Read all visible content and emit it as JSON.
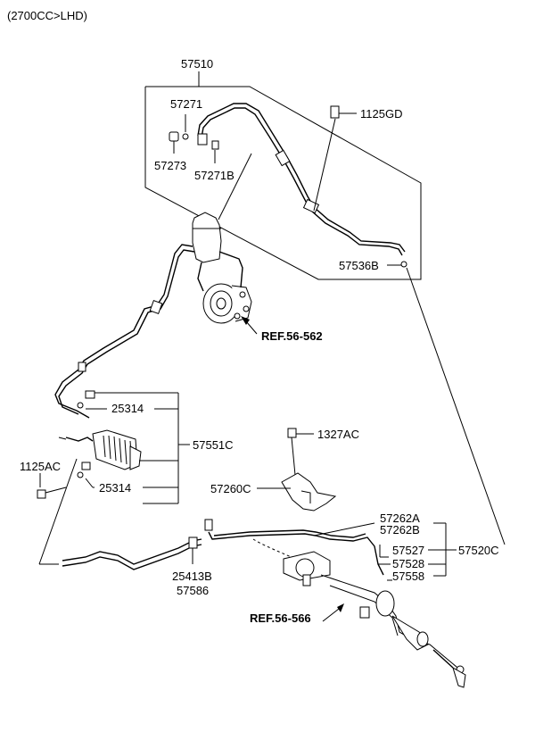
{
  "header": {
    "variant": "(2700CC>LHD)"
  },
  "labels": {
    "p57510": "57510",
    "p57271": "57271",
    "p57273": "57273",
    "p57271B": "57271B",
    "p1125GD": "1125GD",
    "p57536B": "57536B",
    "ref1": "REF.56-562",
    "p25314a": "25314",
    "p57551C": "57551C",
    "p1125AC": "1125AC",
    "p25314b": "25314",
    "p1327AC": "1327AC",
    "p57260C": "57260C",
    "p57262A": "57262A",
    "p57262B": "57262B",
    "p57527": "57527",
    "p57520C": "57520C",
    "p57528": "57528",
    "p57558": "57558",
    "p25413B": "25413B",
    "p57586": "57586",
    "ref2": "REF.56-566"
  }
}
